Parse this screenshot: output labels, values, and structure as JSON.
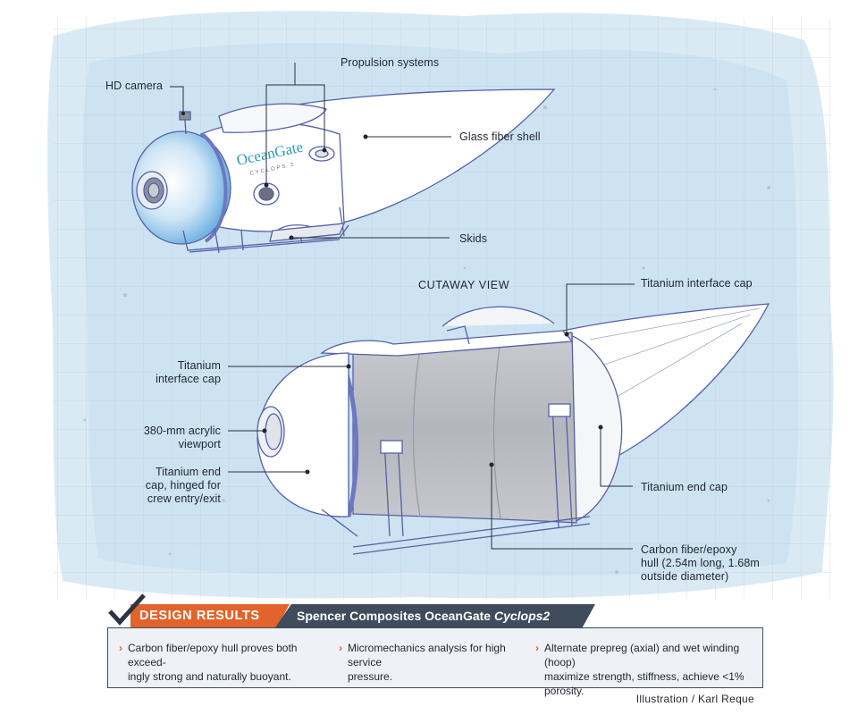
{
  "top_view": {
    "labels": {
      "hd_camera": "HD camera",
      "propulsion": "Propulsion systems",
      "glass_shell": "Glass fiber shell",
      "skids": "Skids"
    },
    "hull_logo": "OceanGate",
    "hull_sublogo": "CYCLOPS 2"
  },
  "cutaway_view": {
    "title": "CUTAWAY VIEW",
    "labels": {
      "titanium_cap_right": "Titanium interface cap",
      "titanium_cap_left_1": "Titanium",
      "titanium_cap_left_2": "interface cap",
      "viewport_1": "380-mm acrylic",
      "viewport_2": "viewport",
      "endcap_left_1": "Titanium end",
      "endcap_left_2": "cap, hinged for",
      "endcap_left_3": "crew entry/exit",
      "endcap_right": "Titanium end cap",
      "hull_1": "Carbon fiber/epoxy",
      "hull_2": "hull (2.54m long, 1.68m",
      "hull_3": "outside diameter)"
    }
  },
  "results": {
    "banner_label": "DESIGN RESULTS",
    "banner_title_main": "Spencer Composites OceanGate ",
    "banner_title_italic": "Cyclops2",
    "bullets": [
      {
        "line1": "Carbon fiber/epoxy hull proves both exceed-",
        "line2": "ingly strong and naturally buoyant."
      },
      {
        "line1": "Micromechanics analysis for high service",
        "line2": "pressure."
      },
      {
        "line1": "Alternate prepreg (axial) and wet winding (hoop)",
        "line2": "maximize strength, stiffness, achieve <1% porosity."
      }
    ],
    "bullet_mark": "›"
  },
  "credit": "Illustration / Karl Reque",
  "colors": {
    "accent_orange": "#e2632c",
    "banner_dark": "#3e4c5b",
    "outline": "#5560a8",
    "sky": "#cfe3f2",
    "grid": "#b9cde0"
  }
}
